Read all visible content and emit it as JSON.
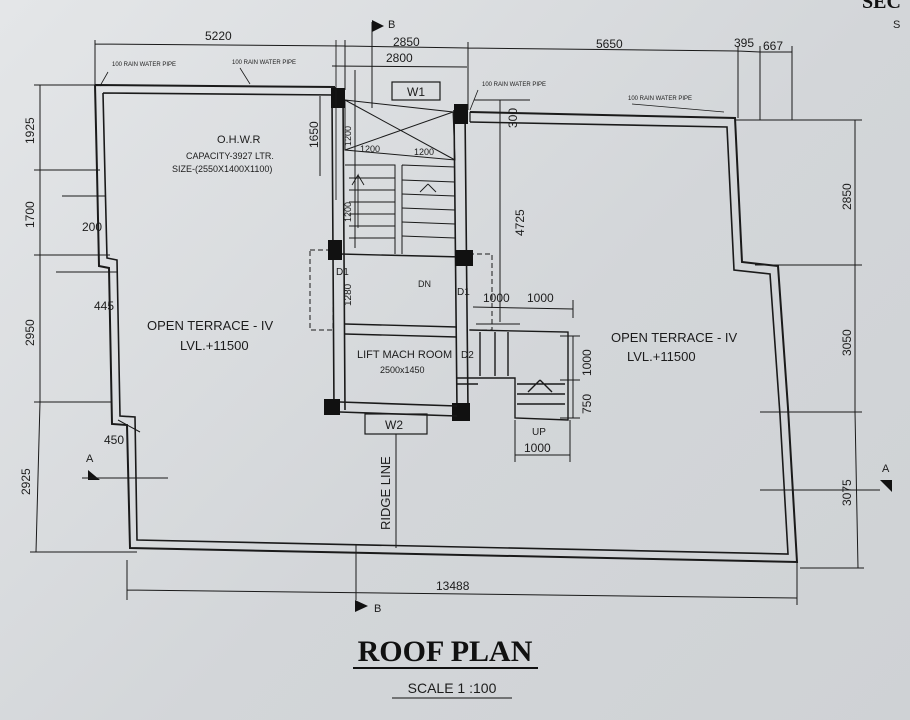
{
  "title": "ROOF PLAN",
  "scale": "SCALE 1 :100",
  "corner_text": {
    "top": "SEC",
    "sub": "S"
  },
  "rooms": {
    "terrace_left": {
      "name": "OPEN TERRACE - IV",
      "level": "LVL.+11500"
    },
    "terrace_right": {
      "name": "OPEN TERRACE - IV",
      "level": "LVL.+11500"
    },
    "lift_room": {
      "name": "LIFT MACH ROOM",
      "size": "2500x1450"
    },
    "ohwr": {
      "name": "O.H.W.R",
      "capacity": "CAPACITY-3927 LTR.",
      "size": "SIZE-(2550X1400X1100)"
    }
  },
  "labels": {
    "ridge_line": "RIDGE LINE",
    "dn": "DN",
    "up": "UP",
    "d1_left": "D1",
    "d1_right": "D1",
    "d2": "D2",
    "w1": "W1",
    "w2": "W2",
    "section_a": "A",
    "section_b": "B"
  },
  "pipes": {
    "p1": "100 RAIN WATER PIPE",
    "p2": "100 RAIN WATER PIPE",
    "p3": "100 RAIN WATER PIPE",
    "p4": "100 RAIN WATER PIPE"
  },
  "dims": {
    "top_5220": "5220",
    "top_2850": "2850",
    "top_2800": "2800",
    "top_5650": "5650",
    "top_395": "395",
    "top_667": "667",
    "left_1925": "1925",
    "left_1700": "1700",
    "left_2950": "2950",
    "left_2925": "2925",
    "small_200": "200",
    "small_445": "445",
    "small_450": "450",
    "d_1650": "1650",
    "d_1200a": "1200",
    "d_1200b": "1200",
    "d_1200c": "1200",
    "d_1200d": "1200",
    "d_300": "300",
    "d_4725": "4725",
    "d_1280": "1280",
    "d_1000a": "1000",
    "d_1000b": "1000",
    "d_1000c": "1000",
    "d_750": "750",
    "d_1000d": "1000",
    "right_2850": "2850",
    "right_3050": "3050",
    "right_3075": "3075",
    "bottom_13488": "13488"
  }
}
